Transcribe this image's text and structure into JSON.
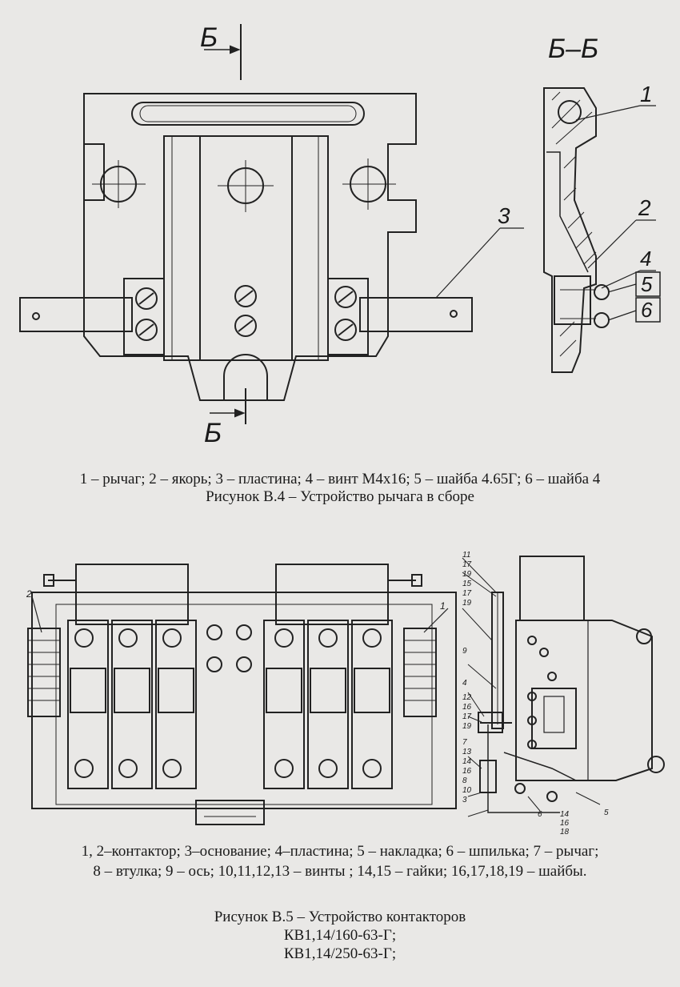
{
  "figure_b4": {
    "section_mark_top": "Б",
    "section_mark_bottom": "Б",
    "section_title": "Б–Б",
    "callouts": [
      "1",
      "2",
      "3",
      "4",
      "5",
      "6"
    ],
    "legend": "1 – рычаг; 2 – якорь; 3 – пластина; 4 – винт М4х16; 5 – шайба 4.65Г; 6 – шайба 4",
    "title": "Рисунок В.4 – Устройство рычага в сборе"
  },
  "figure_b5": {
    "callouts_front": [
      "2",
      "1"
    ],
    "callouts_side_left": [
      "11",
      "17",
      "19",
      "15",
      "17",
      "19",
      "9",
      "4",
      "12",
      "16",
      "17",
      "19",
      "7",
      "13",
      "14",
      "16",
      "8",
      "10",
      "3"
    ],
    "callouts_side_bottom": [
      "6",
      "14",
      "16",
      "18",
      "5"
    ],
    "legend_line1": "1, 2–контактор; 3–основание; 4–пластина; 5 – накладка; 6 – шпилька; 7 – рычаг;",
    "legend_line2": "8 – втулка; 9 – ось; 10,11,12,13 – винты ; 14,15 – гайки; 16,17,18,19 – шайбы.",
    "title": "Рисунок В.5 – Устройство контакторов",
    "model_1": "КВ1,14/160-63-Г;",
    "model_2": "КВ1,14/250-63-Г;"
  }
}
